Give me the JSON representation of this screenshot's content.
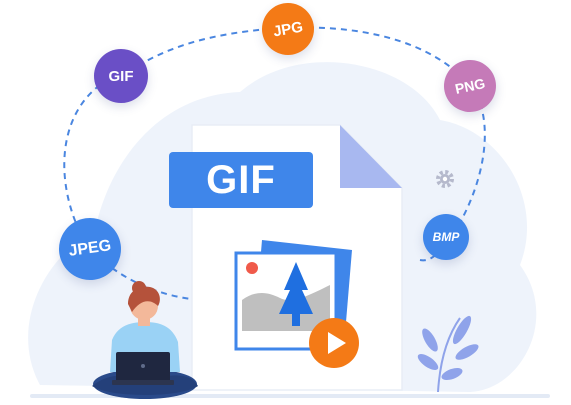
{
  "target_format": "GIF",
  "formats": {
    "jpg": "JPG",
    "gif": "GIF",
    "png": "PNG",
    "bmp": "BMP",
    "jpeg": "JPEG"
  },
  "colors": {
    "accent_blue": "#3f86ea",
    "orange": "#f47a16",
    "purple": "#6a4fc6",
    "pink": "#c57ab8",
    "background_blob": "#eef3fb"
  }
}
